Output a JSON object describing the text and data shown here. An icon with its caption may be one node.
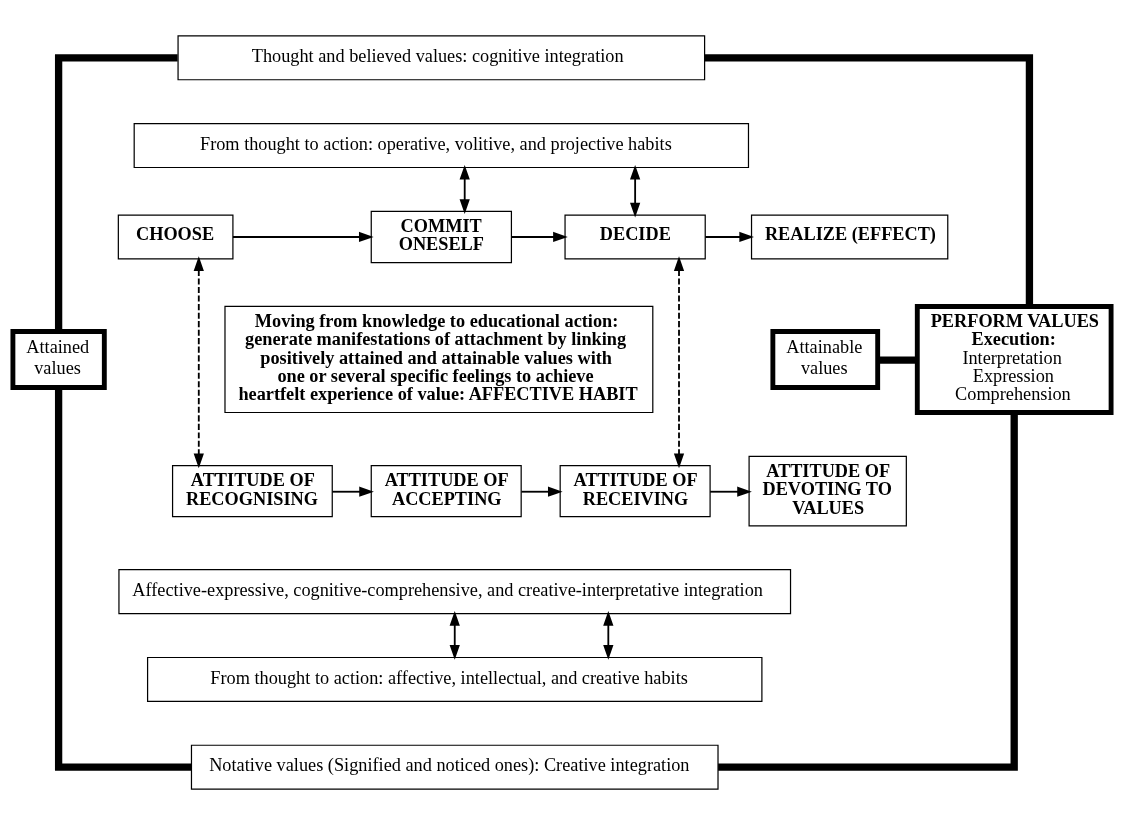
{
  "diagram": {
    "nodes": [
      {
        "text": [
          "Thought and believed values: cognitive integration"
        ]
      },
      {
        "text": [
          "From thought to action: operative, volitive, and projective habits"
        ]
      },
      {
        "text": [
          "CHOOSE"
        ]
      },
      {
        "text": [
          "COMMIT ONESELF"
        ]
      },
      {
        "text": [
          "DECIDE"
        ]
      },
      {
        "text": [
          "REALIZE (EFFECT)"
        ]
      },
      {
        "text": [
          "Attained values"
        ]
      },
      {
        "text": [
          "Moving from knowledge to educational action: generate manifestations of attachment by linking positively attained and attainable values with one or several specific feelings to achieve heartfelt experience of value: AFFECTIVE HABIT"
        ]
      },
      {
        "text": [
          "Attainable values"
        ]
      },
      {
        "text": [
          "PERFORM VALUES",
          "Execution:",
          "Interpretation Expression Comprehension"
        ]
      },
      {
        "text": [
          "ATTITUDE OF RECOGNISING"
        ]
      },
      {
        "text": [
          "ATTITUDE OF ACCEPTING"
        ]
      },
      {
        "text": [
          "ATTITUDE OF RECEIVING"
        ]
      },
      {
        "text": [
          "ATTITUDE OF DEVOTING TO VALUES"
        ]
      },
      {
        "text": [
          "Affective-expressive, cognitive-comprehensive, and creative-interpretative integration"
        ]
      },
      {
        "text": [
          "From thought to action: affective, intellectual, and creative habits"
        ]
      },
      {
        "text": [
          "Notative values (Signified and noticed ones): Creative integration"
        ]
      }
    ],
    "edges": [
      {
        "from": 1,
        "to": 3,
        "arrow": "both"
      },
      {
        "from": 1,
        "to": 4,
        "arrow": "both"
      },
      {
        "from": 2,
        "to": 3,
        "arrow": "to"
      },
      {
        "from": 3,
        "to": 4,
        "arrow": "to"
      },
      {
        "from": 4,
        "to": 5,
        "arrow": "to"
      },
      {
        "from": 2,
        "to": 10,
        "arrow": "both",
        "style": "dashed"
      },
      {
        "from": 4,
        "to": 12,
        "arrow": "both",
        "style": "dashed"
      },
      {
        "from": 10,
        "to": 11,
        "arrow": "to"
      },
      {
        "from": 11,
        "to": 12,
        "arrow": "to"
      },
      {
        "from": 12,
        "to": 13,
        "arrow": "to"
      },
      {
        "from": 14,
        "to": 15,
        "arrow": "both"
      },
      {
        "from": 14,
        "to": 15,
        "arrow": "both"
      },
      {
        "from": 0,
        "to": 6,
        "arrow": "none",
        "style": "thick"
      },
      {
        "from": 6,
        "to": 16,
        "arrow": "none",
        "style": "thick"
      },
      {
        "from": 0,
        "to": 9,
        "arrow": "none",
        "style": "thick"
      },
      {
        "from": 9,
        "to": 16,
        "arrow": "none",
        "style": "thick"
      },
      {
        "from": 8,
        "to": 9,
        "arrow": "none",
        "style": "thick"
      }
    ]
  }
}
